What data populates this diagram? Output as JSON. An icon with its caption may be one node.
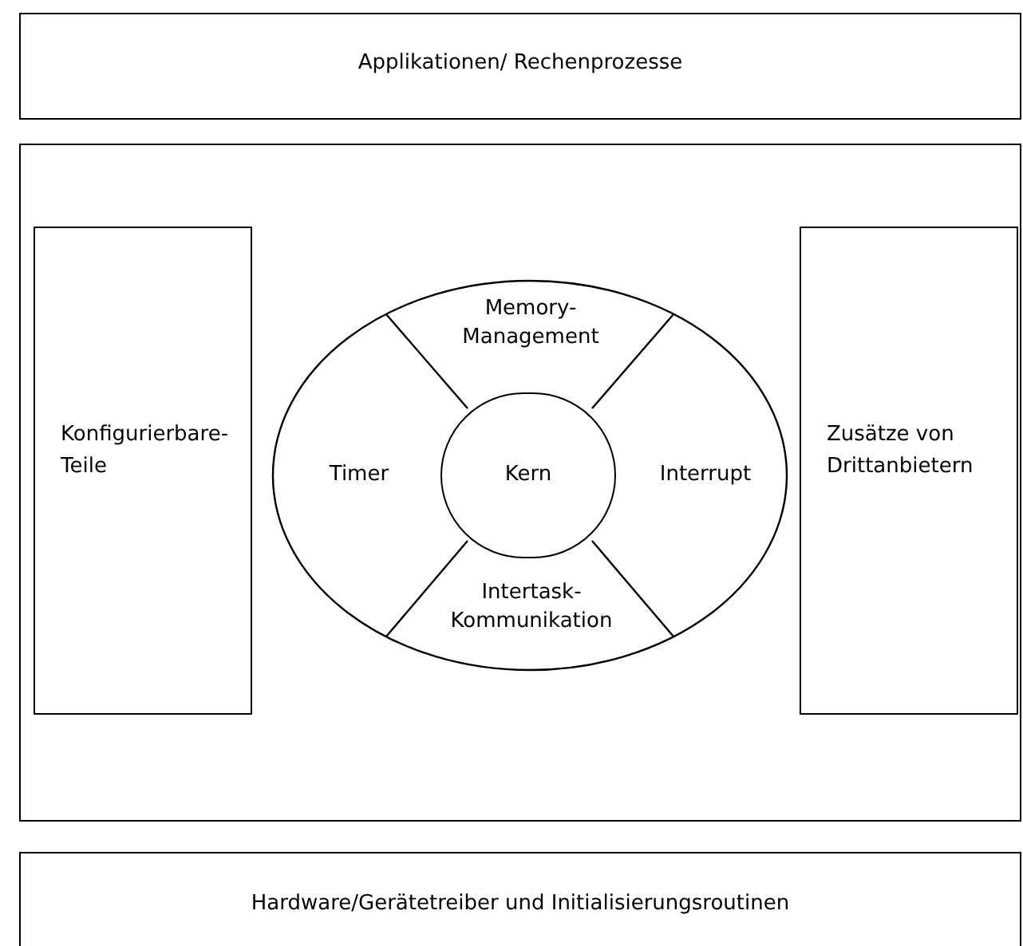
{
  "diagram": {
    "nodes": [
      {
        "text": [
          "Applikationen/ Rechenprozesse"
        ]
      },
      {
        "text": [],
        "shape": "box"
      },
      {
        "text": [
          "Konfigurierbare-Teile"
        ],
        "in": 1
      },
      {
        "text": [],
        "shape": "ellipse",
        "in": 1
      },
      {
        "text": [
          "Memory-Management"
        ],
        "in": 3
      },
      {
        "text": [
          "Timer"
        ],
        "in": 3
      },
      {
        "text": [
          "Kern"
        ],
        "in": 3
      },
      {
        "text": [
          "Interrupt"
        ],
        "in": 3
      },
      {
        "text": [
          "Intertask-Kommunikation"
        ],
        "in": 3
      },
      {
        "text": [
          "Zusätze von Drittanbietern"
        ],
        "in": 1
      },
      {
        "text": [
          "Hardware/Gerätetreiber und Initialisierungsroutinen"
        ]
      }
    ]
  }
}
